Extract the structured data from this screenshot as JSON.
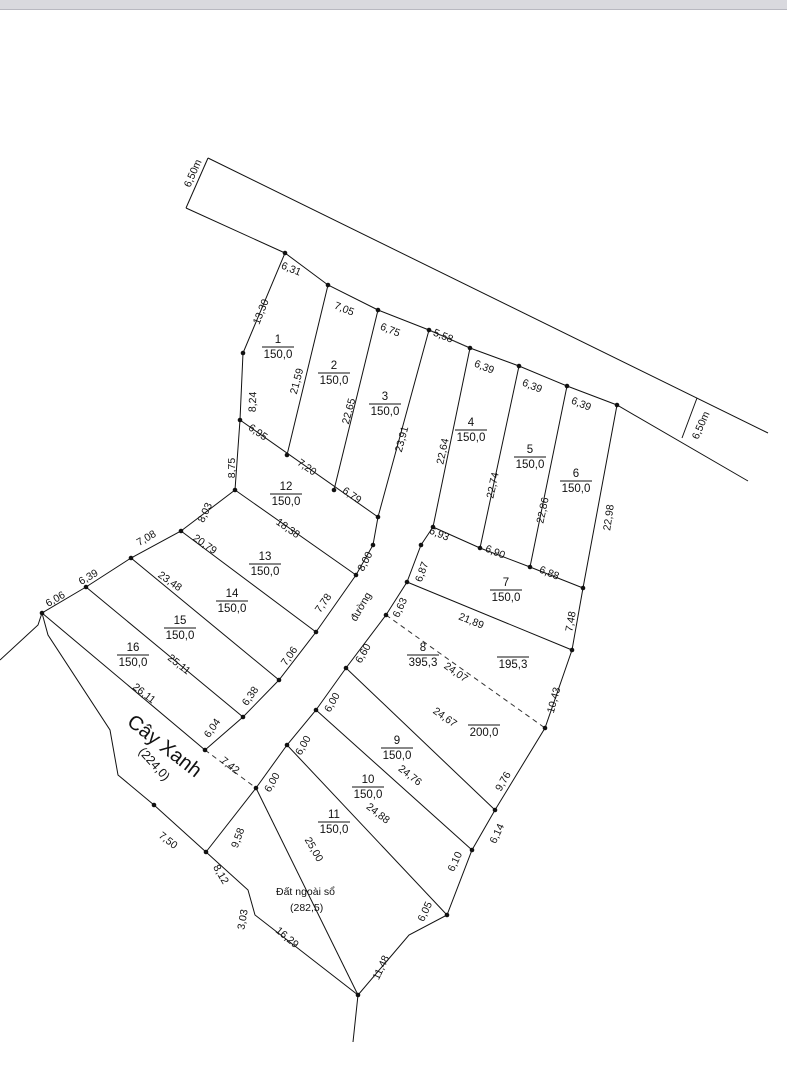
{
  "road_width_labels": [
    "6,50m",
    "6,50m"
  ],
  "road_label": "đường",
  "lots": [
    {
      "id": "1",
      "area": "150,0"
    },
    {
      "id": "2",
      "area": "150,0"
    },
    {
      "id": "3",
      "area": "150,0"
    },
    {
      "id": "4",
      "area": "150,0"
    },
    {
      "id": "5",
      "area": "150,0"
    },
    {
      "id": "6",
      "area": "150,0"
    },
    {
      "id": "7",
      "area": "150,0"
    },
    {
      "id": "8",
      "area": "395,3"
    },
    {
      "id": "9",
      "area": "150,0"
    },
    {
      "id": "10",
      "area": "150,0"
    },
    {
      "id": "11",
      "area": "150,0"
    },
    {
      "id": "12",
      "area": "150,0"
    },
    {
      "id": "13",
      "area": "150,0"
    },
    {
      "id": "14",
      "area": "150,0"
    },
    {
      "id": "15",
      "area": "150,0"
    },
    {
      "id": "16",
      "area": "150,0"
    }
  ],
  "sub_areas": [
    "195,3",
    "200,0"
  ],
  "green_area": {
    "label": "Cây Xanh",
    "area": "(224,0)"
  },
  "outside_land": {
    "label": "Đất ngoài sổ",
    "area": "(282,5)"
  },
  "dims": {
    "d6_31": "6,31",
    "d13_30": "13,30",
    "d7_05": "7,05",
    "d6_75": "6,75",
    "d5_58": "5,58",
    "d6_39a": "6,39",
    "d6_39b": "6,39",
    "d6_39c": "6,39",
    "d21_59": "21,59",
    "d22_65": "22,65",
    "d8_24": "8,24",
    "d23_91": "23,91",
    "d22_64": "22,64",
    "d22_74": "22,74",
    "d22_86": "22,86",
    "d22_98": "22,98",
    "d6_95": "6,95",
    "d7_20": "7,20",
    "d6_79": "6,79",
    "d8_75": "8,75",
    "d8_03": "8,03",
    "d18_38": "18,38",
    "d8_00": "8,00",
    "d6_93": "6,93",
    "d6_90": "6,90",
    "d6_88": "6,88",
    "d6_87": "6,87",
    "d7_08": "7,08",
    "d20_79": "20,79",
    "d7_78": "7,78",
    "d6_06": "6,06",
    "d6_39d": "6,39",
    "d23_48": "23,48",
    "d7_06": "7,06",
    "d6_63": "6,63",
    "d21_89": "21,89",
    "d7_48": "7,48",
    "d25_11": "25,11",
    "d6_38": "6,38",
    "d6_60": "6,60",
    "d24_07": "24,07",
    "d10_43": "10,43",
    "d26_11": "26,11",
    "d6_04": "6,04",
    "d6_00a": "6,00",
    "d24_67": "24,67",
    "d6_00b": "6,00",
    "d7_42": "7,42",
    "d9_76": "9,76",
    "d6_00c": "6,00",
    "d24_76": "24,76",
    "d6_14": "6,14",
    "d9_58": "9,58",
    "d24_88": "24,88",
    "d6_10": "6,10",
    "d7_50": "7,50",
    "d25_00": "25,00",
    "d8_12": "8,12",
    "d6_05": "6,05",
    "d3_03": "3,03",
    "d16_29": "16,29",
    "d11_48": "11,48"
  }
}
